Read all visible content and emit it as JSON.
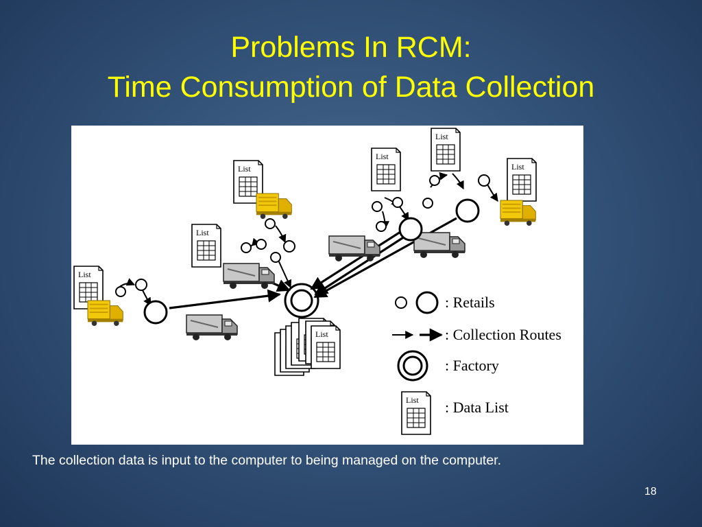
{
  "slide": {
    "title_line1": "Problems In RCM:",
    "title_line2": "Time Consumption of Data Collection",
    "caption": "The collection data is input to the computer to being managed on the computer.",
    "page_number": "18"
  },
  "diagram": {
    "document_label": "List",
    "legend": {
      "retails": ": Retails",
      "routes": ": Collection Routes",
      "factory": ": Factory",
      "data_list": ": Data List"
    }
  }
}
